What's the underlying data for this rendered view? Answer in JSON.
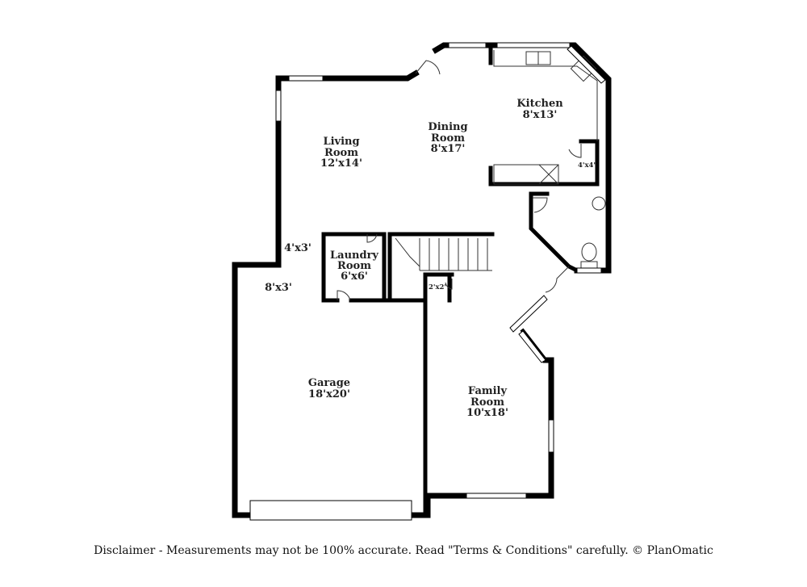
{
  "rooms": {
    "living": {
      "name": "Living",
      "name2": "Room",
      "dims": "12'x14'"
    },
    "dining": {
      "name": "Dining",
      "name2": "Room",
      "dims": "8'x17'"
    },
    "kitchen": {
      "name": "Kitchen",
      "dims": "8'x13'"
    },
    "pantry": {
      "dims": "4'x4'"
    },
    "entry_closet": {
      "dims": "4'x3'"
    },
    "laundry": {
      "name": "Laundry",
      "name2": "Room",
      "dims": "6'x6'"
    },
    "garage_closet": {
      "dims": "8'x3'"
    },
    "small_closet": {
      "dims": "2'x2'"
    },
    "garage": {
      "name": "Garage",
      "dims": "18'x20'"
    },
    "family": {
      "name": "Family",
      "name2": "Room",
      "dims": "10'x18'"
    }
  },
  "disclaimer": "Disclaimer - Measurements may not be 100% accurate. Read \"Terms & Conditions\" carefully. © PlanOmatic",
  "colors": {
    "wall": "#000000",
    "window": "#ffffff",
    "thin_line": "#333333",
    "text": "#222222"
  }
}
